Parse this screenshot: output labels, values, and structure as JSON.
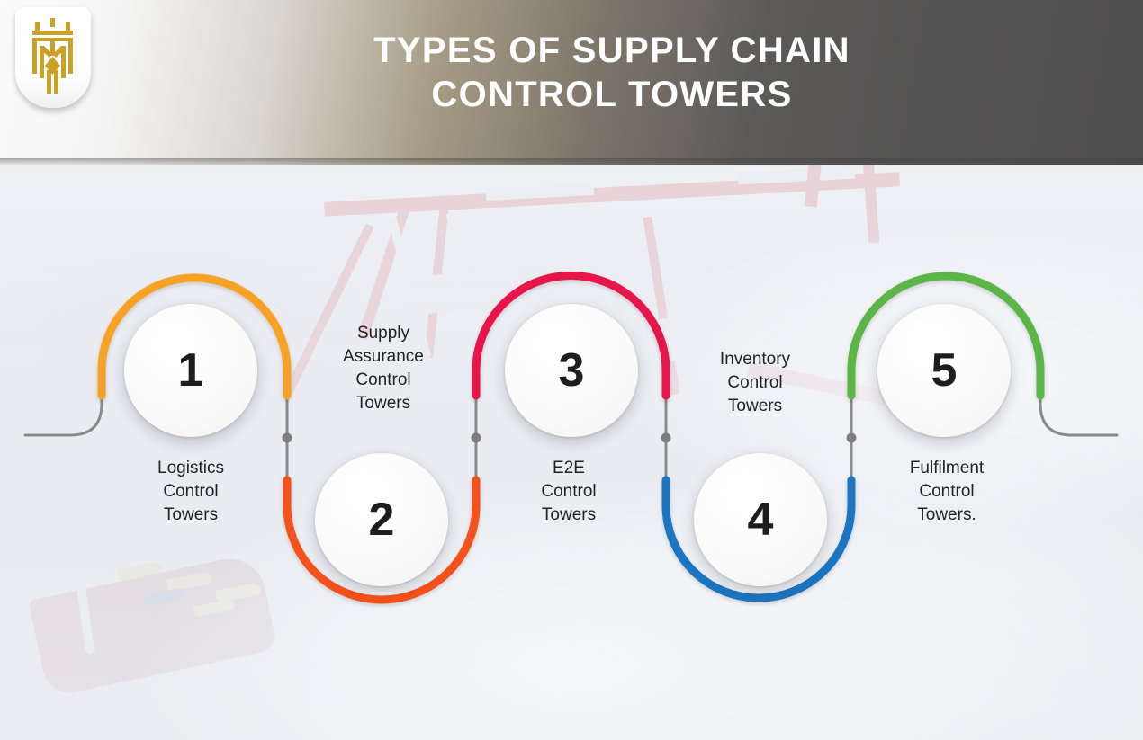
{
  "header": {
    "title_line1": "TYPES OF SUPPLY CHAIN",
    "title_line2": "CONTROL TOWERS",
    "logo_name": "crown-shield-logo",
    "logo_color": "#c9a227",
    "band_dark": "#504f4f"
  },
  "flow": {
    "steps": [
      {
        "number": "1",
        "label": "Logistics\nControl\nTowers",
        "color": "#F6A228",
        "arc": "top"
      },
      {
        "number": "2",
        "label": "Supply\nAssurance\nControl\nTowers",
        "color": "#F4511E",
        "arc": "bottom"
      },
      {
        "number": "3",
        "label": "E2E\nControl\nTowers",
        "color": "#E6194B",
        "arc": "top"
      },
      {
        "number": "4",
        "label": "Inventory\nControl\nTowers",
        "color": "#1E74C0",
        "arc": "bottom"
      },
      {
        "number": "5",
        "label": "Fulfilment\nControl\nTowers.",
        "color": "#5CB646",
        "arc": "top"
      }
    ],
    "connector_color": "#8a8a8a",
    "tail_color": "#8a8a8a"
  }
}
